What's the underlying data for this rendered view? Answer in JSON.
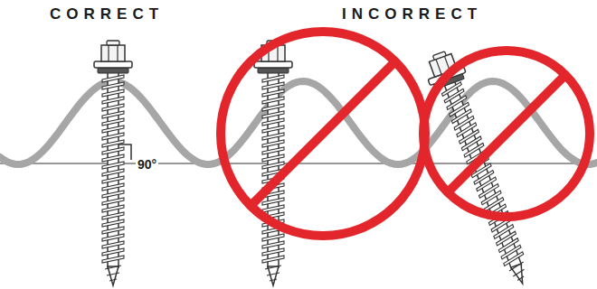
{
  "diagram": {
    "labels": [
      "CORRECT",
      "INCORRECT",
      "90°"
    ]
  }
}
